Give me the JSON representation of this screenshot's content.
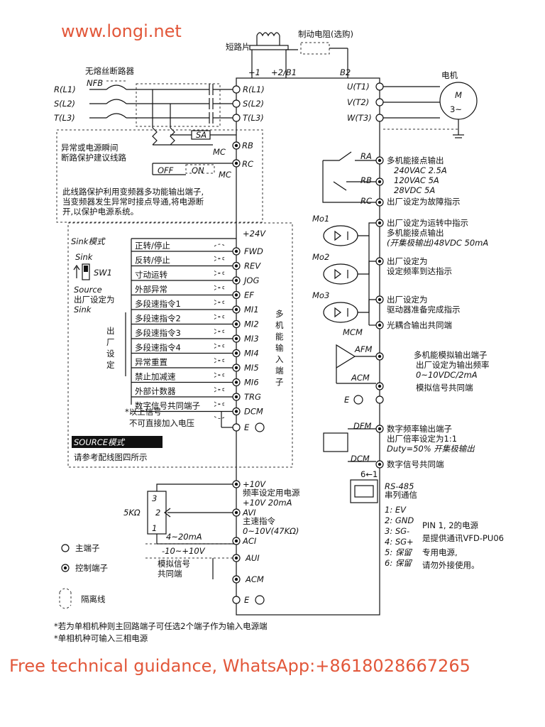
{
  "watermark": "www.longi.net",
  "footer": "Free technical guidance, WhatsApp:+8618028667265",
  "top": {
    "shorting_plate": "短路片",
    "brake_resistor": "制动电阻(选购)",
    "plus1": "+1",
    "plus2b1": "+2/B1",
    "b2": "B2"
  },
  "input": {
    "breaker_title": "无熔丝断路器",
    "nfb": "NFB",
    "lines": [
      "R(L1)",
      "S(L2)",
      "T(L3)"
    ],
    "terminals": [
      "R(L1)",
      "S(L2)",
      "T(L3)"
    ],
    "sa": "SA",
    "mc": "MC",
    "off": "OFF",
    "on": "ON",
    "rb": "RB",
    "rc": "RC",
    "protect_note1": "异常或电源瞬间",
    "protect_note2": "断路保护建议线路",
    "note_lines": [
      "此线路保护利用变频器多功能输出端子,",
      "当变频器发生异常时接点导通,将电源断",
      "开,以保护电源系统。"
    ]
  },
  "motor": {
    "title": "电机",
    "m": "M",
    "phase": "3~",
    "terminals": [
      "U(T1)",
      "V(T2)",
      "W(T3)"
    ]
  },
  "relay": {
    "ra": "RA",
    "rb": "RB",
    "rc": "RC",
    "desc": [
      "多机能接点输出",
      "240VAC 2.5A",
      "120VAC 5A",
      "28VDC 5A",
      "出厂设定为故障指示"
    ]
  },
  "mo": {
    "mo1": "Mo1",
    "mo2": "Mo2",
    "mo3": "Mo3",
    "mcm": "MCM",
    "mo1_desc": [
      "出厂设定为运转中指示",
      "多机能接点输出",
      "(开集极输出)48VDC 50mA"
    ],
    "mo2_desc": [
      "出厂设定为",
      "设定频率到达指示"
    ],
    "mo3_desc": [
      "出厂设定为",
      "驱动器准备完成指示"
    ],
    "mcm_desc": "光耦合输出共同端"
  },
  "afm": {
    "afm": "AFM",
    "acm": "ACM",
    "e": "E",
    "desc": [
      "多机能模拟输出端子",
      "出厂设定为输出频率",
      "0~10VDC/2mA",
      "模拟信号共同端"
    ]
  },
  "dfm": {
    "dfm": "DFM",
    "dcm": "DCM",
    "desc": [
      "数字频率输出端子",
      "出厂倍率设定为1:1",
      "Duty=50% 开集极输出",
      "数字信号共同端"
    ]
  },
  "rs485": {
    "pins": "6←1",
    "title": "RS-485",
    "subtitle": "串列通信",
    "pin_list": [
      "1: EV",
      "2: GND",
      "3: SG-",
      "4: SG+",
      "5: 保留",
      "6: 保留"
    ],
    "note": [
      "PIN 1, 2的电源",
      "是提供通讯VFD-PU06",
      "专用电源,",
      "请勿外接使用。"
    ]
  },
  "inputs": {
    "sink_mode": "Sink模式",
    "sink": "Sink",
    "sw1": "SW1",
    "source": "Source",
    "factory1": "出厂设定为",
    "factory2": "Sink",
    "factory_v": "出厂设定",
    "plus24": "+24V",
    "functions": [
      "正转/停止",
      "反转/停止",
      "寸动运转",
      "外部异常",
      "多段速指令1",
      "多段速指令2",
      "多段速指令3",
      "多段速指令4",
      "异常重置",
      "禁止加减速",
      "外部计数器",
      "数字信号共同端子"
    ],
    "terminals": [
      "FWD",
      "REV",
      "JOG",
      "EF",
      "MI1",
      "MI2",
      "MI3",
      "MI4",
      "MI5",
      "MI6",
      "TRG",
      "DCM"
    ],
    "multi_input": "多机能输入端子",
    "warn1": "*以上信号",
    "warn2": "不可直接加入电压",
    "e": "E",
    "source_mode": "SOURCE模式",
    "ref": "请参考配线图四所示"
  },
  "analog": {
    "plus10": "+10V",
    "plus10_desc": [
      "频率设定用电源",
      "+10V 20mA"
    ],
    "avi": "AVI",
    "avi_desc": [
      "主速指令",
      "0~10V(47KΩ)"
    ],
    "aci": "ACI",
    "aci_range": "4~20mA",
    "aui": "AUI",
    "aui_range": "-10~+10V",
    "acm": "ACM",
    "acm_desc": [
      "模拟信号",
      "共同端"
    ],
    "pot": "5KΩ",
    "pot_pins": [
      "3",
      "2",
      "1"
    ],
    "e": "E"
  },
  "legend": {
    "main": "主端子",
    "control": "控制端子",
    "isolation": "隔离线"
  },
  "notes": [
    "*若为单相机种则主回路端子可任选2个端子作为输入电源端",
    "*单相机种可输入三相电源"
  ]
}
